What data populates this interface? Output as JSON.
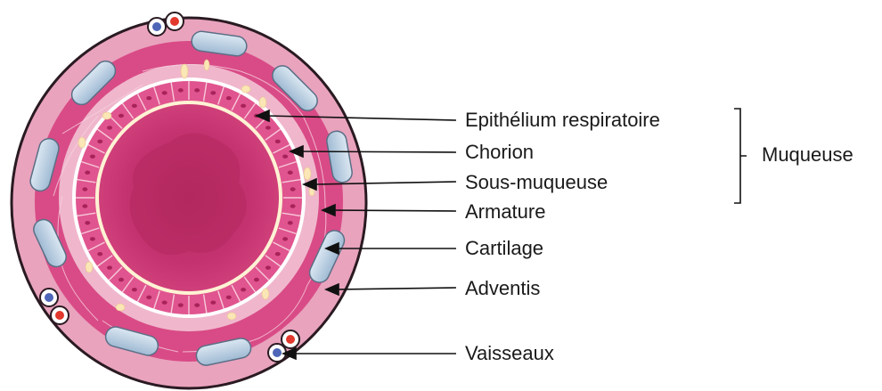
{
  "labels": {
    "epithelium": "Epithélium  respiratoire",
    "chorion": "Chorion",
    "sous_muqueuse": "Sous-muqueuse",
    "armature": "Armature",
    "cartilage": "Cartilage",
    "adventis": "Adventis",
    "vaisseaux": "Vaisseaux",
    "muqueuse": "Muqueuse"
  },
  "colors": {
    "adventitia": "#e9a3bd",
    "muscle": "#d94b86",
    "submucosa_light": "#f2bdd0",
    "epithelium": "#e55a96",
    "lumen": "#c4336f",
    "lumen_inner": "#b72a63",
    "cartilage": "#b9d0e3",
    "basement": "#fff6dc",
    "vessel_red": "#e2382e",
    "vessel_blue": "#4e66b8"
  }
}
